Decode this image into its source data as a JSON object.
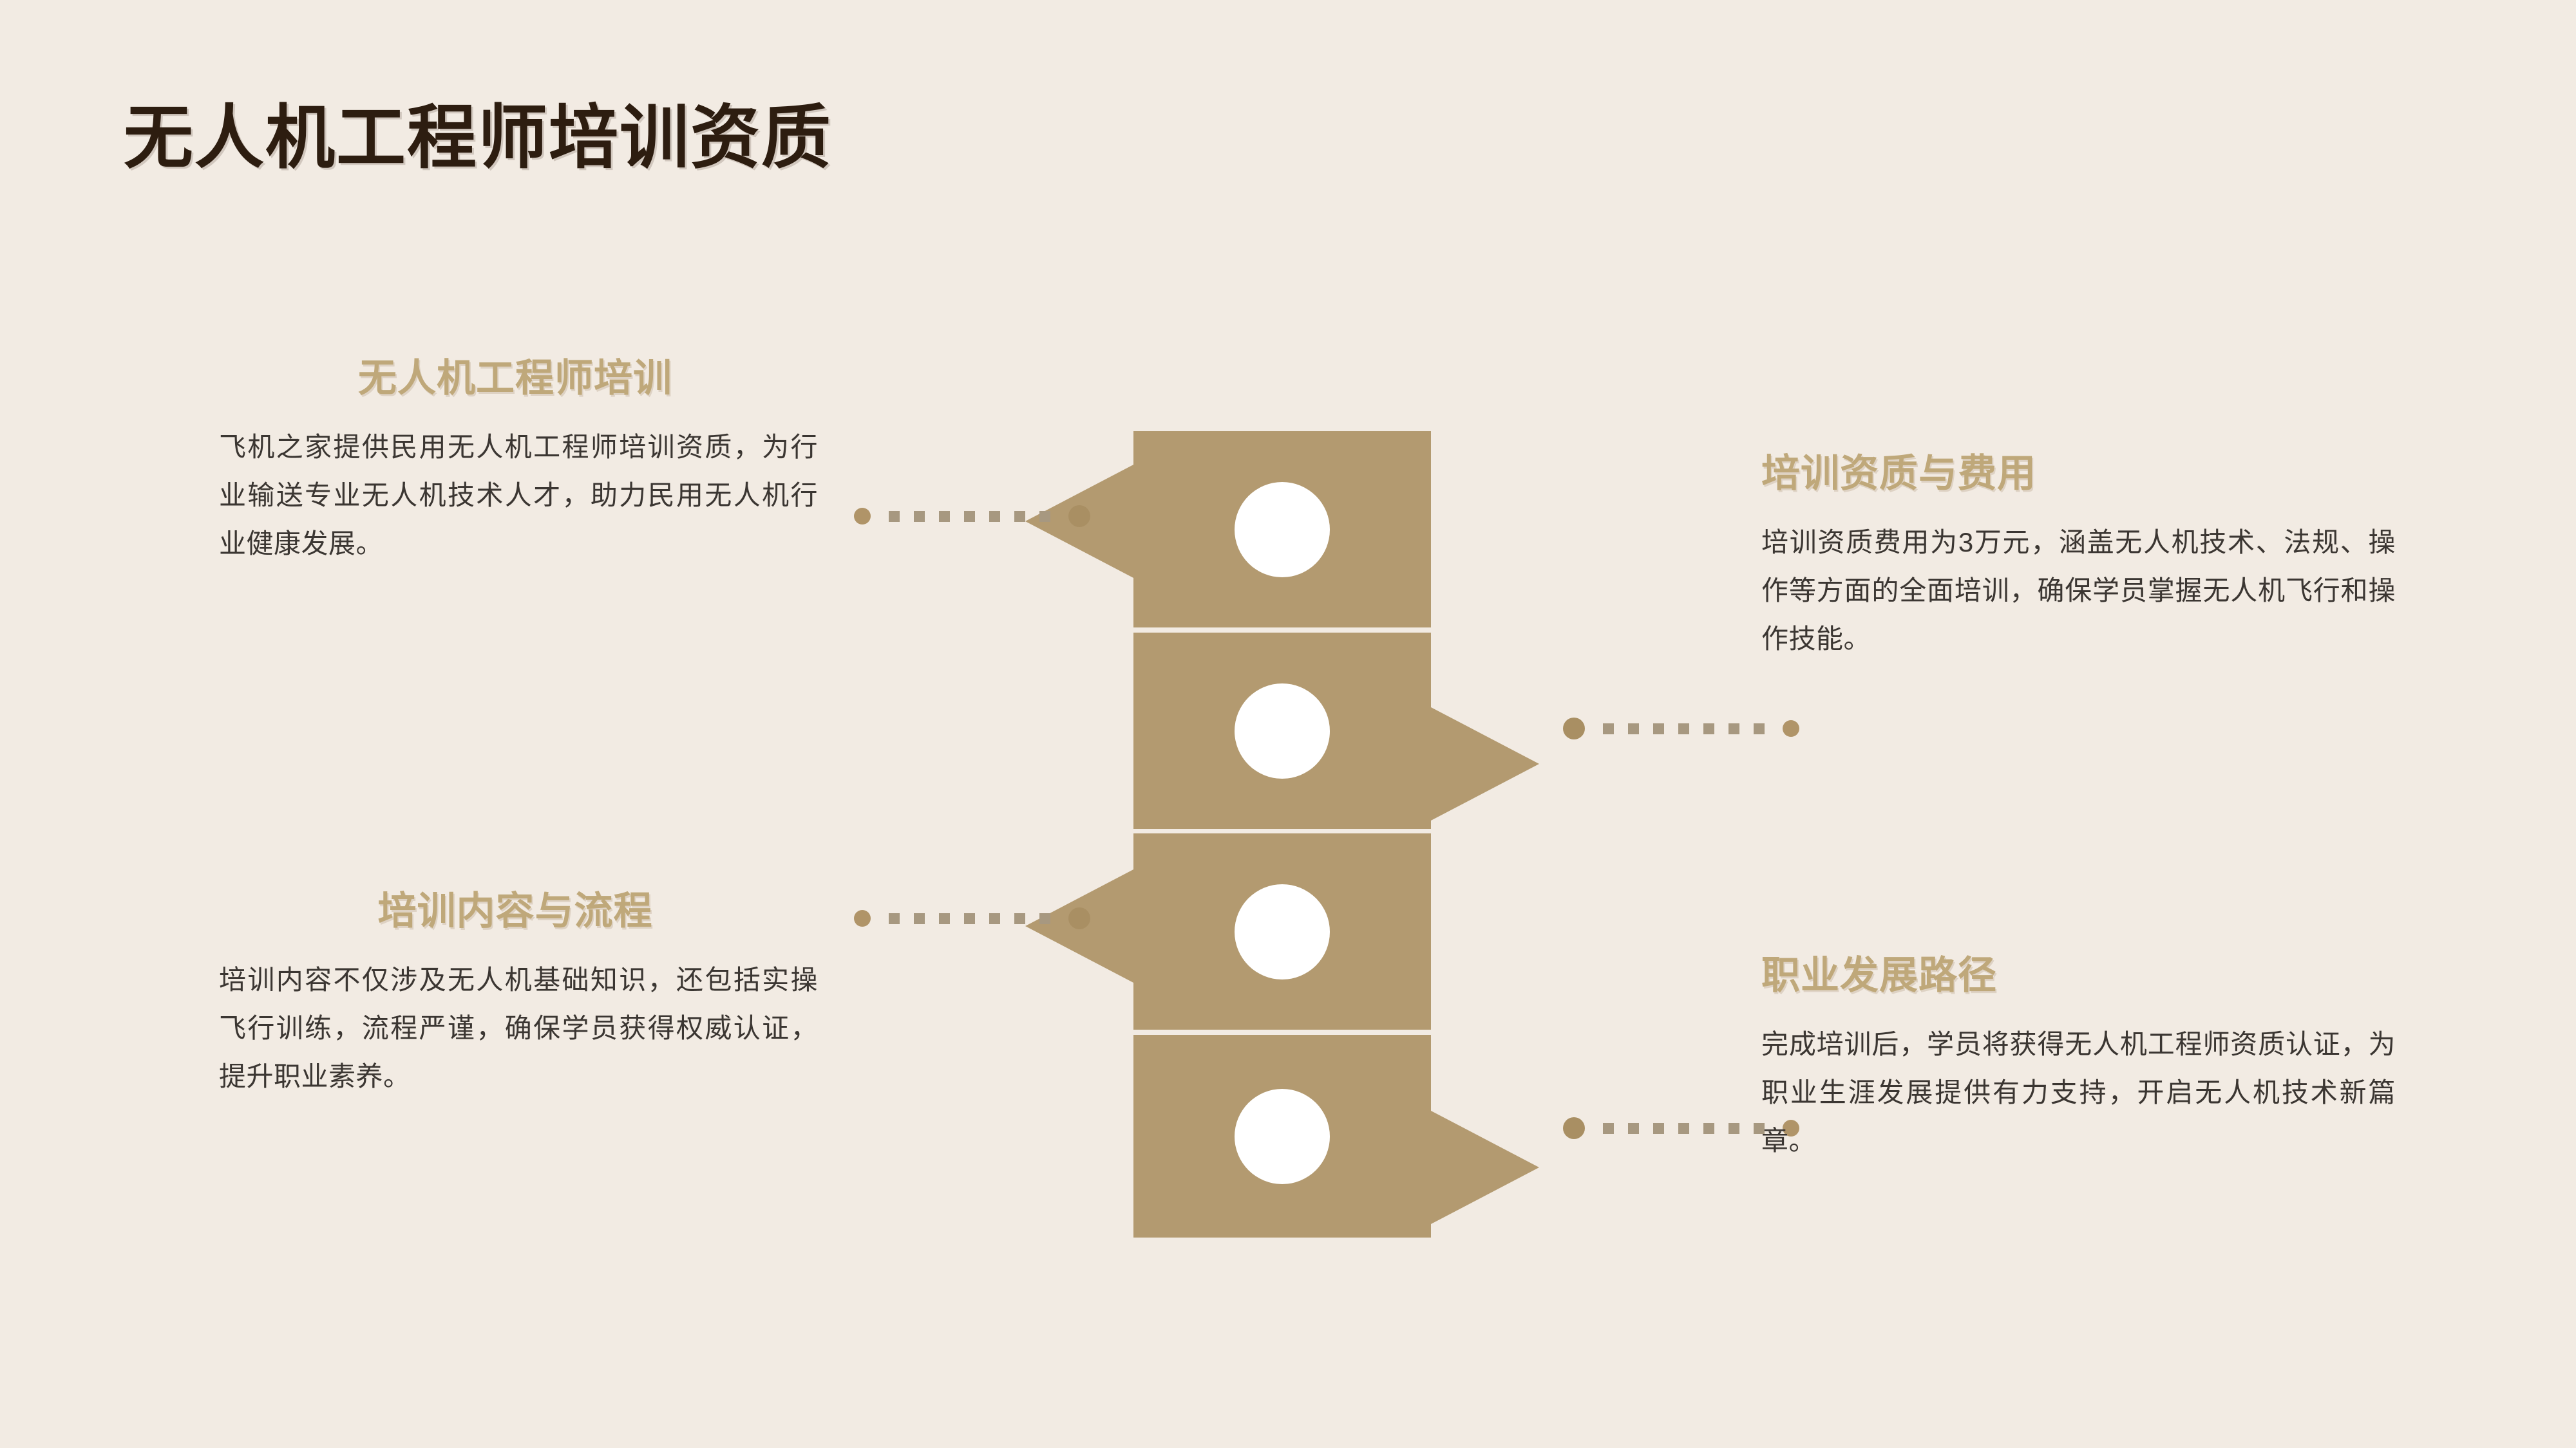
{
  "page": {
    "title": "无人机工程师培训资质",
    "background_color": "#f2ebe3",
    "band_color": "#b39a70",
    "heading_color": "#bfa87a",
    "body_color": "#3b3632",
    "title_color": "#2d1d10"
  },
  "blocks": [
    {
      "id": "block-1",
      "side": "left",
      "title": "无人机工程师培训",
      "body": "飞机之家提供民用无人机工程师培训资质，为行业输送专业无人机技术人才，助力民用无人机行业健康发展。"
    },
    {
      "id": "block-2",
      "side": "right",
      "title": "培训资质与费用",
      "body": "培训资质费用为3万元，涵盖无人机技术、法规、操作等方面的全面培训，确保学员掌握无人机飞行和操作技能。"
    },
    {
      "id": "block-3",
      "side": "left",
      "title": "培训内容与流程",
      "body": "培训内容不仅涉及无人机基础知识，还包括实操飞行训练，流程严谨，确保学员获得权威认证，提升职业素养。"
    },
    {
      "id": "block-4",
      "side": "right",
      "title": "职业发展路径",
      "body": "完成培训后，学员将获得无人机工程师资质认证，为职业生涯发展提供有力支持，开启无人机技术新篇章。"
    }
  ],
  "diagram": {
    "shape": "stacked-chevron-bands",
    "band_count": 4,
    "bands": [
      {
        "index": 1,
        "point_direction": "left",
        "marker": "circle"
      },
      {
        "index": 2,
        "point_direction": "right",
        "marker": "circle"
      },
      {
        "index": 3,
        "point_direction": "left",
        "marker": "circle"
      },
      {
        "index": 4,
        "point_direction": "right",
        "marker": "circle"
      }
    ],
    "connectors": [
      {
        "index": 1,
        "direction": "left",
        "dash_count": 7
      },
      {
        "index": 2,
        "direction": "right",
        "dash_count": 7
      },
      {
        "index": 3,
        "direction": "left",
        "dash_count": 7
      },
      {
        "index": 4,
        "direction": "right",
        "dash_count": 7
      }
    ]
  }
}
